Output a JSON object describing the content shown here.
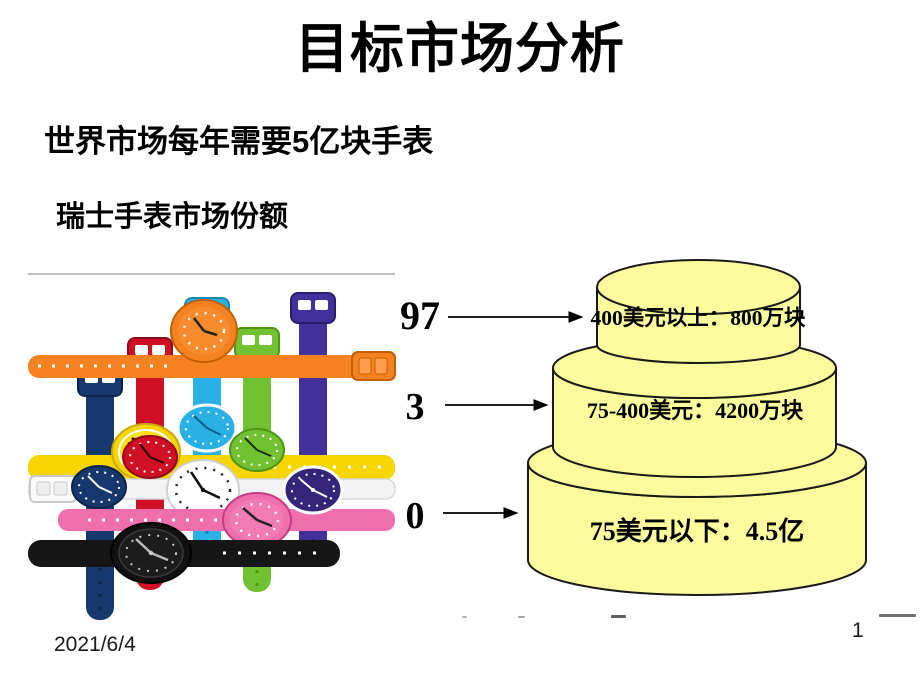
{
  "slide": {
    "title": "目标市场分析",
    "subtitle_line1": "世界市场每年需要5亿块手表",
    "subtitle_line2": "瑞士手表市场份额",
    "footer": {
      "date": "2021/6/4",
      "page_number": "1"
    }
  },
  "diagram": {
    "description": "three-tier cylinder (cake) diagram of Swiss watch market share by price segment",
    "cake_fill": "#FBFA9C",
    "cake_stroke": "#1a1a1a",
    "tiers": [
      {
        "share": "97",
        "price_label": "400美元以上：800万块"
      },
      {
        "share": "3",
        "price_label": "75-400美元：4200万块"
      },
      {
        "share": "0",
        "price_label": "75美元以下：4.5亿"
      }
    ]
  },
  "watches_image": {
    "description": "photo of colorful plastic Swatch-style watches woven into a grid",
    "vertical_watch_colors": [
      "navy",
      "red",
      "cyan",
      "green",
      "purple"
    ],
    "horizontal_watch_colors": [
      "orange",
      "yellow",
      "white",
      "pink",
      "black"
    ]
  }
}
